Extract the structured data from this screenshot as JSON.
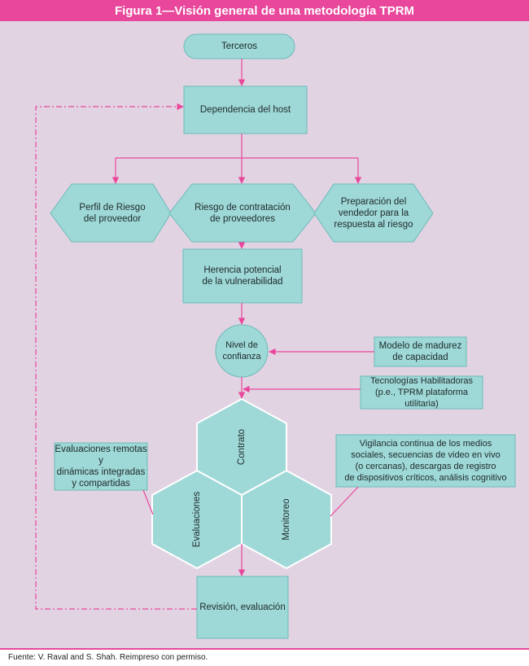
{
  "figure": {
    "title": "Figura 1—Visión general de una metodología TPRM",
    "source": "Fuente:  V. Raval and S. Shah. Reimpreso con permiso."
  },
  "colors": {
    "accent": "#e8479b",
    "box_fill": "#9ed8d7",
    "box_border": "#6bbcb9",
    "background": "#e2d3e3"
  },
  "nodes": {
    "terceros": "Terceros",
    "dependencia": "Dependencia del host",
    "perfil": "Perfil de Riesgo\ndel proveedor",
    "riesgo": "Riesgo de contratación\nde proveedores",
    "preparacion": "Preparación del\nvendedor para la\nrespuesta al riesgo",
    "herencia": "Herencia potencial\nde la vulnerabilidad",
    "nivel": "Nivel de\nconfianza",
    "modelo": "Modelo de madurez\nde capacidad",
    "tecnologias": "Tecnologías Habilitadoras\n(p.e., TPRM plataforma utilitaria)",
    "contrato": "Contrato",
    "evaluaciones": "Evaluaciones",
    "monitoreo": "Monitoreo",
    "eval_remotas": "Evaluaciones remotas y\ndinámicas integradas\ny compartidas",
    "vigilancia": "Vigilancia continua de los medios\nsociales, secuencias de video en vivo\n(o cercanas), descargas de registro\nde dispositivos críticos, análisis cognitivo",
    "revision": "Revisión, evaluación"
  }
}
